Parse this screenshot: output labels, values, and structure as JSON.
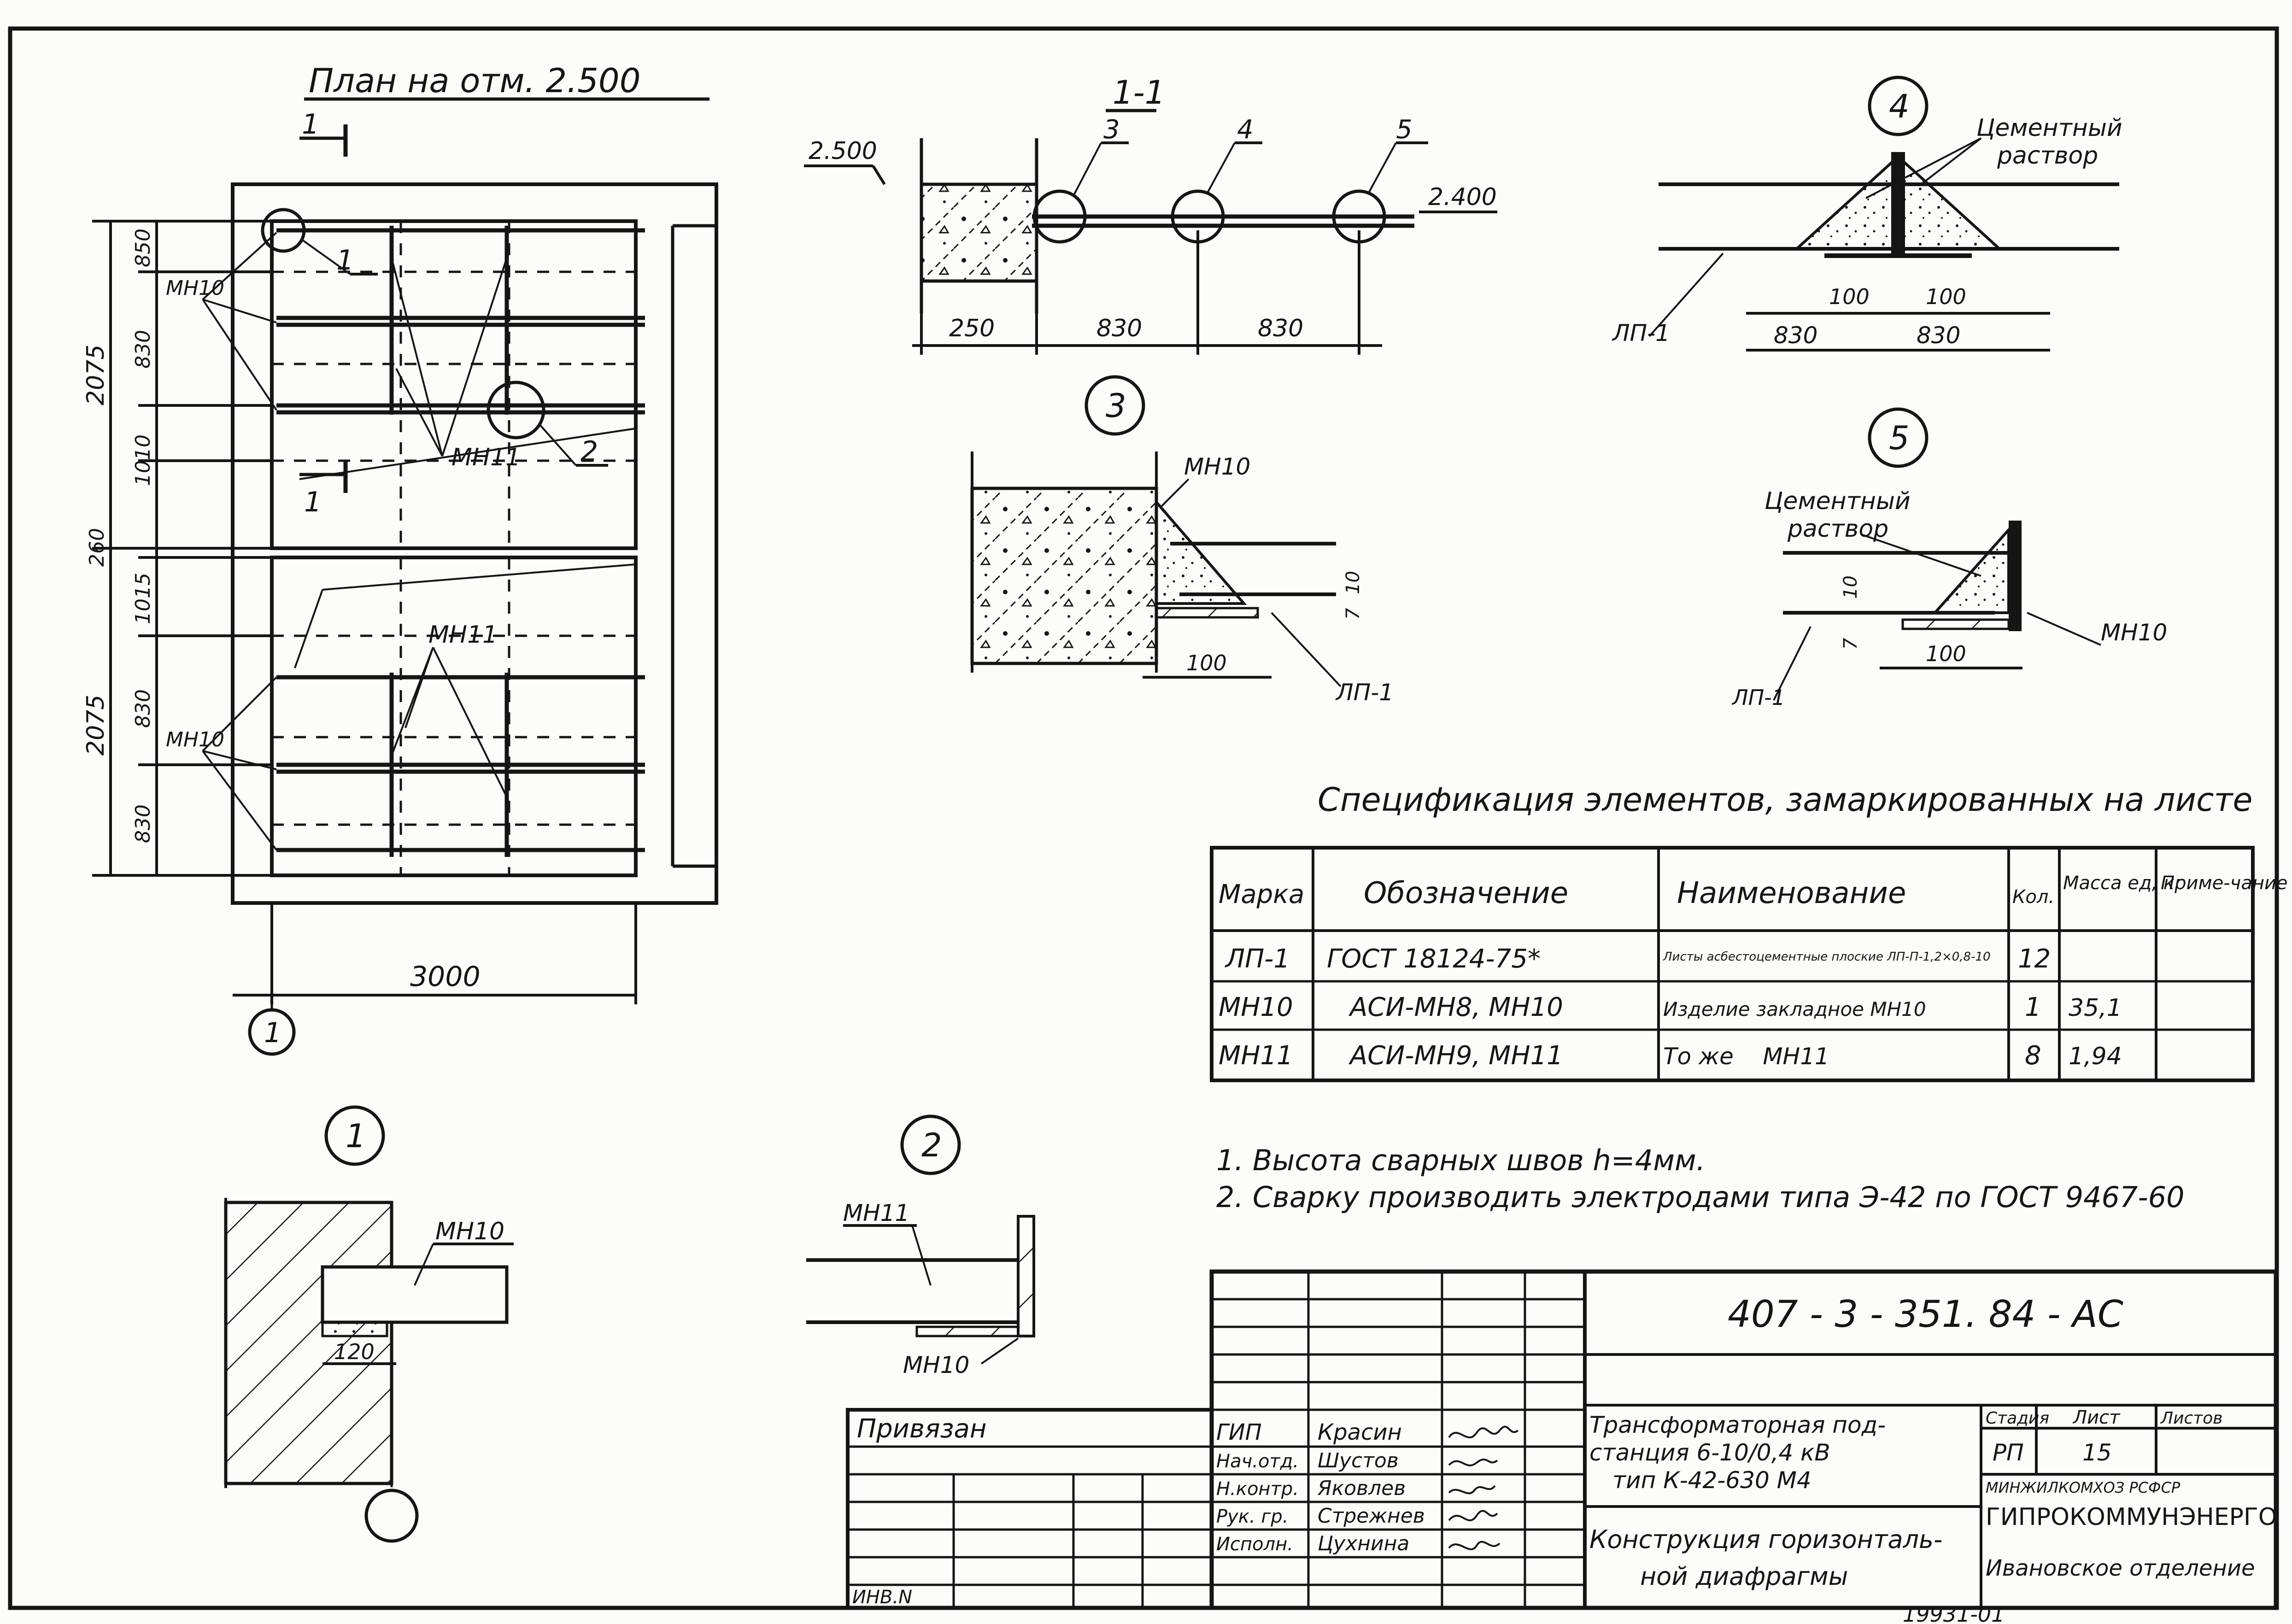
{
  "plan": {
    "title": "План на отм. 2.500",
    "section_cut_label": "1",
    "dims_vertical_left": [
      "2075",
      "2075"
    ],
    "dims_vertical_inner": [
      "850",
      "830",
      "1010",
      "260",
      "1015",
      "830",
      "830"
    ],
    "dim_bottom": "3000",
    "axis_label": "1",
    "marks": {
      "mn10": "МН10",
      "mn11": "МН11"
    },
    "callouts": [
      "1",
      "2"
    ]
  },
  "section_1_1": {
    "title": "1-1",
    "level_top": "2.500",
    "level_bottom": "2.400",
    "callouts": [
      "3",
      "4",
      "5"
    ],
    "dims": [
      "250",
      "830",
      "830"
    ]
  },
  "detail_4": {
    "number": "4",
    "label_mortar": "Цементный раствор",
    "label_sheet": "ЛП-1",
    "dims_top": [
      "100",
      "100"
    ],
    "dims_bottom": [
      "830",
      "830"
    ]
  },
  "detail_3": {
    "number": "3",
    "mark": "МН10",
    "label_sheet": "ЛП-1",
    "dim_bottom": "100",
    "dim_side": "10",
    "dim_side2": "7"
  },
  "detail_5": {
    "number": "5",
    "label_mortar": "Цементный раствор",
    "mark": "МН10",
    "label_sheet": "ЛП-1",
    "dim_bottom": "100",
    "dim_side": "10",
    "dim_side2": "7"
  },
  "detail_1": {
    "number": "1",
    "mark": "МН10",
    "dim": "120"
  },
  "detail_2": {
    "number": "2",
    "mark_top": "МН11",
    "mark_bottom": "МН10"
  },
  "specification": {
    "title": "Спецификация элементов, замаркированных на листе",
    "headers": [
      "Марка",
      "Обозначение",
      "Наименование",
      "Кол.",
      "Масса ед, кг",
      "Приме-чание"
    ],
    "rows": [
      [
        "ЛП-1",
        "ГОСТ 18124-75*",
        "Листы асбестоцементные плоские ЛП-П-1,2×0,8-10",
        "12",
        "",
        ""
      ],
      [
        "МН10",
        "АСИ-МН8, МН10",
        "Изделие закладное МН10",
        "1",
        "35,1",
        ""
      ],
      [
        "МН11",
        "АСИ-МН9, МН11",
        "То же    МН11",
        "8",
        "1,94",
        ""
      ]
    ]
  },
  "notes": [
    "1. Высота сварных швов h=4мм.",
    "2. Сварку производить электродами типа Э-42 по ГОСТ 9467-60"
  ],
  "title_block": {
    "doc_code": "407 - 3 - 351. 84 - АС",
    "linked": "Привязан",
    "inv": "ИНВ.N",
    "roles": [
      "ГИП",
      "Нач.отд.",
      "Н.контр.",
      "Рук. гр.",
      "Исполн."
    ],
    "names": [
      "Красин",
      "Шустов",
      "Яковлев",
      "Стрежнев",
      "Цухнина"
    ],
    "project_title": "Трансформаторная под-станция 6-10/0,4 кВ тип К-42-630 М4",
    "sheet_title": "Конструкция горизонталь-ной диафрагмы",
    "stage_header": "Стадия",
    "sheet_header": "Лист",
    "sheets_header": "Листов",
    "stage": "РП",
    "sheet": "15",
    "sheets": "",
    "org_top": "МИНЖИЛКОМХОЗ РСФСР",
    "org": "ГИПРОКОММУНЭНЕРГО",
    "org_branch": "Ивановское отделение",
    "archive_no": "19931-01"
  }
}
